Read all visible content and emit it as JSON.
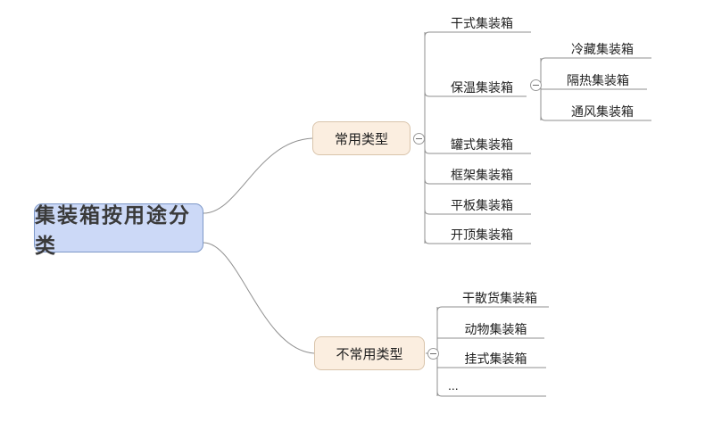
{
  "map": {
    "root": {
      "label": "集装箱按用途分类",
      "fill": "#ccd9f7",
      "border": "#7d98c8"
    },
    "branches": [
      {
        "label": "常用类型",
        "fill": "#fbeee0",
        "border": "#d9c4ab",
        "toggle_icon": "collapse-minus-icon",
        "children": [
          {
            "label": "干式集装箱"
          },
          {
            "label": "保温集装箱",
            "toggle_icon": "collapse-minus-icon",
            "children": [
              {
                "label": "冷藏集装箱"
              },
              {
                "label": "隔热集装箱"
              },
              {
                "label": "通风集装箱"
              }
            ]
          },
          {
            "label": "罐式集装箱"
          },
          {
            "label": "框架集装箱"
          },
          {
            "label": "平板集装箱"
          },
          {
            "label": "开顶集装箱"
          }
        ]
      },
      {
        "label": "不常用类型",
        "fill": "#fbeee0",
        "border": "#d9c4ab",
        "toggle_icon": "collapse-minus-icon",
        "children": [
          {
            "label": "干散货集装箱"
          },
          {
            "label": "动物集装箱"
          },
          {
            "label": "挂式集装箱"
          },
          {
            "label": "..."
          }
        ]
      }
    ]
  },
  "style": {
    "line_color": "#8f8f8f",
    "text_color": "#1f1f1f",
    "background": "#ffffff"
  }
}
